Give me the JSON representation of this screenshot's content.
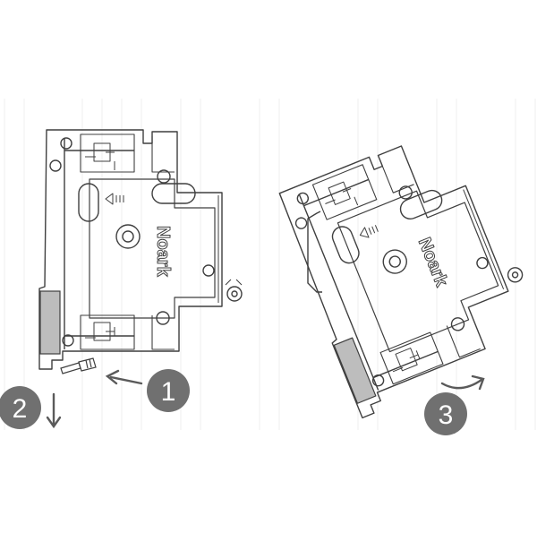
{
  "brand_mark": "Noark",
  "steps": [
    {
      "number": "1"
    },
    {
      "number": "2"
    },
    {
      "number": "3"
    }
  ],
  "colors": {
    "line": "#3f3f3f",
    "badge": "#707070",
    "badge_text": "#ffffff",
    "latch_fill": "#bdbdbd",
    "rail_hatch": "#ececec"
  }
}
